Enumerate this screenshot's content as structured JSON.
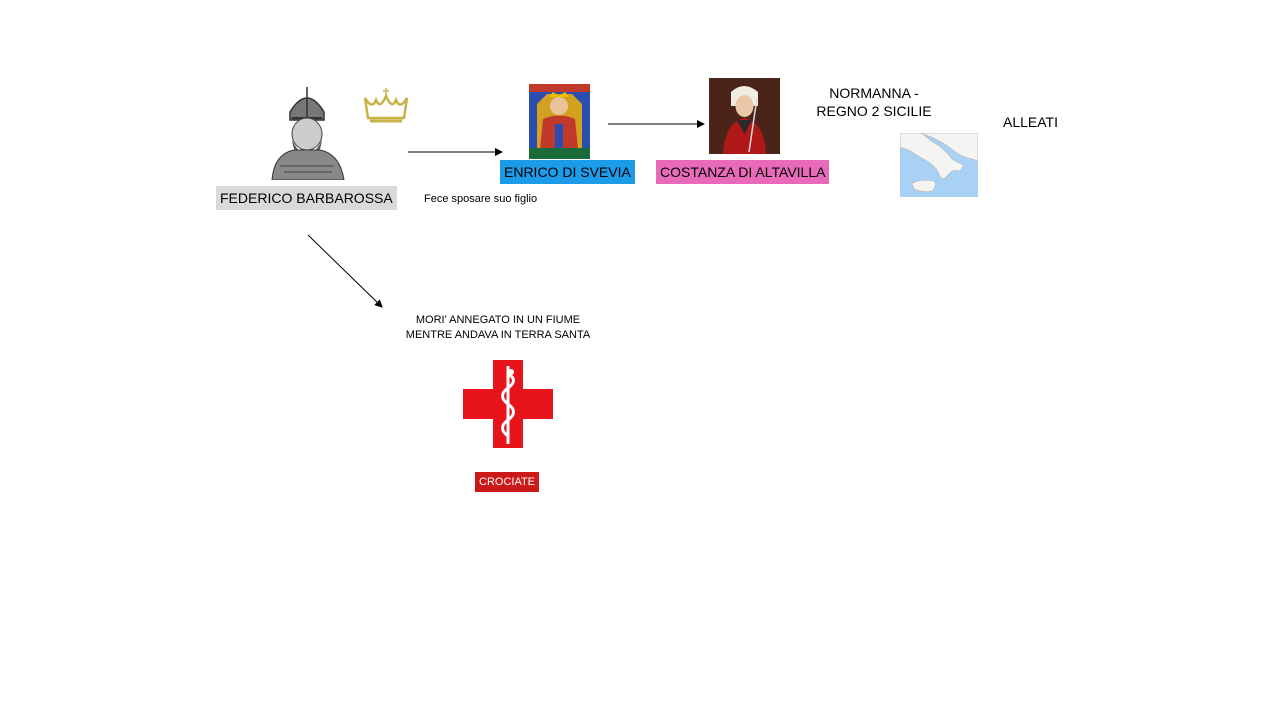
{
  "nodes": {
    "federico": {
      "label": "FEDERICO BARBAROSSA",
      "bg": "#d9d9d9"
    },
    "enrico": {
      "label": "ENRICO DI SVEVIA",
      "bg": "#1c9be8"
    },
    "costanza": {
      "label": "COSTANZA DI ALTAVILLA",
      "bg": "#e86ab8"
    },
    "crociate": {
      "label": "CROCIATE",
      "bg": "#cc1a1a",
      "fg": "#ffffff"
    }
  },
  "texts": {
    "fece": "Fece sposare suo figlio",
    "normanna_line1": "NORMANNA -",
    "normanna_line2": "REGNO 2 SICILIE",
    "alleati": "ALLEATI",
    "mori_line1": "MORI' ANNEGATO IN UN FIUME",
    "mori_line2": "MENTRE ANDAVA IN TERRA SANTA"
  },
  "icons": {
    "portrait_federico": "barbarossa-portrait-icon",
    "crown": "crown-icon",
    "portrait_enrico": "enrico-portrait-icon",
    "portrait_costanza": "costanza-portrait-icon",
    "map": "southern-italy-map-icon",
    "cross": "red-cross-caduceus-icon"
  },
  "colors": {
    "cross_red": "#e8141b",
    "map_sea": "#a9d0f5",
    "map_land": "#f4f4f2",
    "crown_gold": "#c9b347"
  }
}
